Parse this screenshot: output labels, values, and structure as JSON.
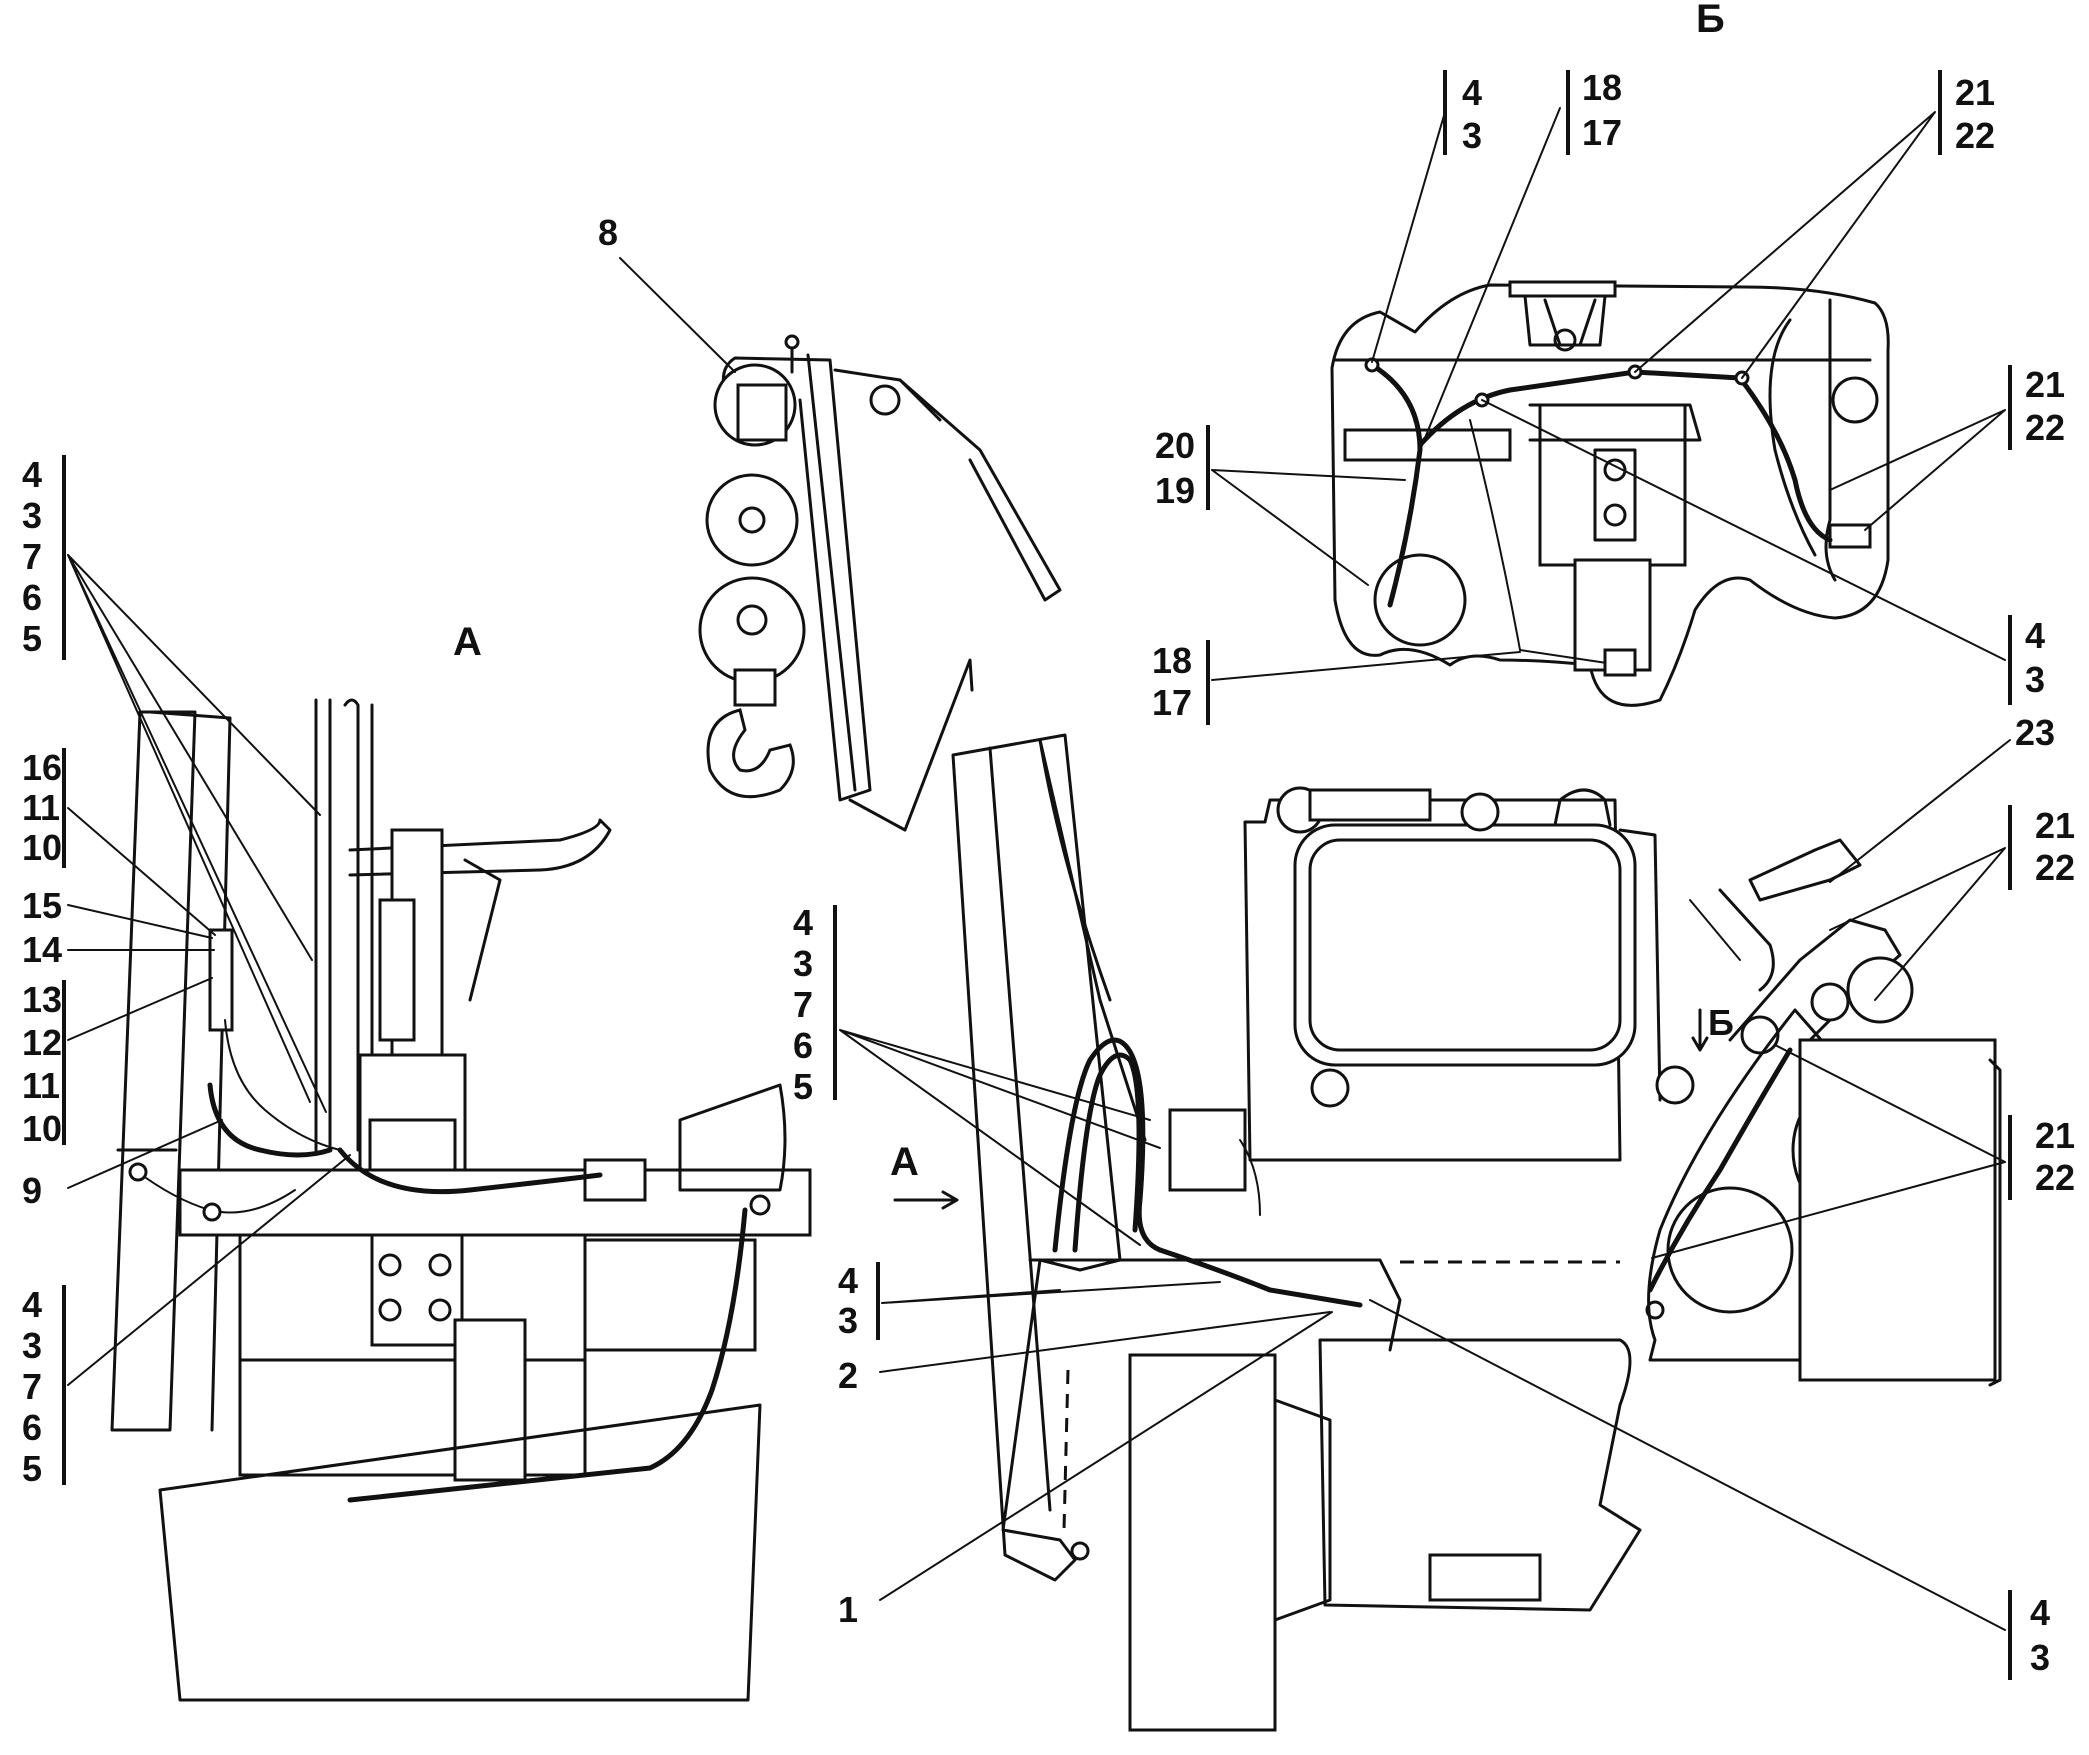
{
  "views": {
    "a": "А",
    "b": "Б",
    "b_arrow": "Б",
    "a_arrow": "А"
  },
  "callouts": {
    "left_top": [
      "4",
      "3",
      "7",
      "6",
      "5"
    ],
    "left_16": [
      "16",
      "11",
      "10"
    ],
    "left_15": "15",
    "left_14": "14",
    "left_13": [
      "13",
      "12",
      "11",
      "10"
    ],
    "left_9": "9",
    "left_bottom": [
      "4",
      "3",
      "7",
      "6",
      "5"
    ],
    "item_8": "8",
    "b_top_4": [
      "4",
      "3"
    ],
    "b_top_18": [
      "18",
      "17"
    ],
    "b_top_21": [
      "21",
      "22"
    ],
    "b_right_21": [
      "21",
      "22"
    ],
    "b_left_20": [
      "20",
      "19"
    ],
    "b_right_4": [
      "4",
      "3"
    ],
    "b_bottom_18": [
      "18",
      "17"
    ],
    "item_23": "23",
    "r_21a": [
      "21",
      "22"
    ],
    "r_21b": [
      "21",
      "22"
    ],
    "mid_4": [
      "4",
      "3",
      "7",
      "6",
      "5"
    ],
    "mid_43": [
      "4",
      "3"
    ],
    "item_2": "2",
    "item_1": "1",
    "br_4": [
      "4",
      "3"
    ]
  }
}
